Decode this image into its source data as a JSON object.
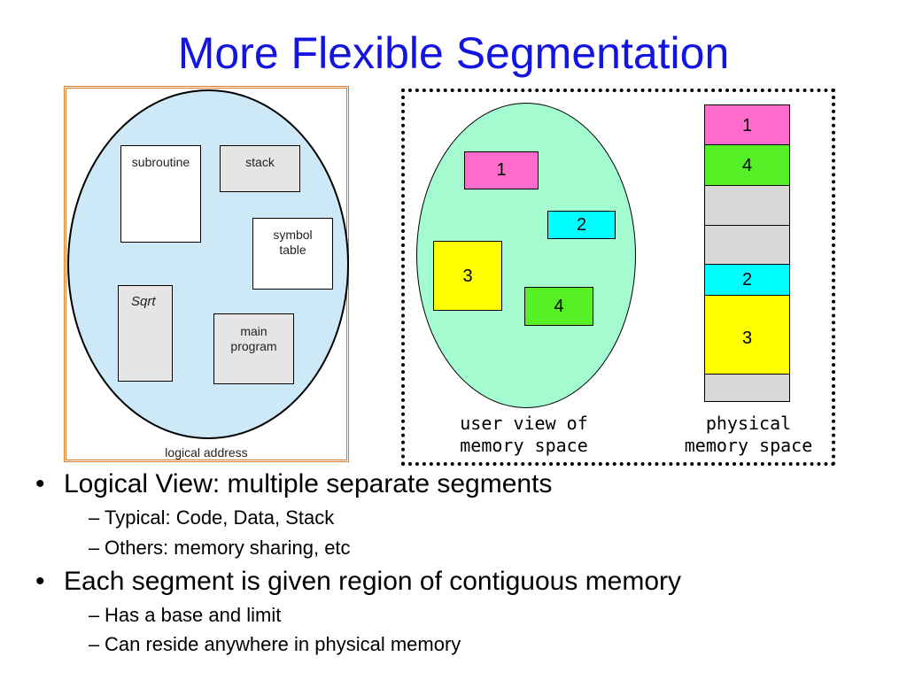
{
  "slide": {
    "title": "More Flexible Segmentation"
  },
  "logical_view": {
    "caption": "logical address",
    "segments": {
      "subroutine": "subroutine",
      "stack": "stack",
      "symbol_table_line1": "symbol",
      "symbol_table_line2": "table",
      "sqrt": "Sqrt",
      "main_program_line1": "main",
      "main_program_line2": "program"
    }
  },
  "user_view": {
    "caption_line1": "user view of",
    "caption_line2": "memory space",
    "segments": [
      {
        "label": "1",
        "color": "#ff6ccb"
      },
      {
        "label": "2",
        "color": "#00ffff"
      },
      {
        "label": "3",
        "color": "#ffff00"
      },
      {
        "label": "4",
        "color": "#55f025"
      }
    ]
  },
  "physical_view": {
    "caption_line1": "physical",
    "caption_line2": "memory space",
    "blocks": [
      {
        "label": "1",
        "color": "#ff6ccb"
      },
      {
        "label": "4",
        "color": "#55f025"
      },
      {
        "label": "",
        "color": "#d8d8d8"
      },
      {
        "label": "",
        "color": "#d8d8d8"
      },
      {
        "label": "2",
        "color": "#00ffff"
      },
      {
        "label": "3",
        "color": "#ffff00"
      },
      {
        "label": "",
        "color": "#d8d8d8"
      }
    ]
  },
  "bullets": [
    {
      "text": "Logical View: multiple separate segments",
      "sub": [
        "Typical: Code, Data, Stack",
        "Others: memory sharing, etc"
      ]
    },
    {
      "text": "Each segment is given region of contiguous memory",
      "sub": [
        "Has a base and limit",
        "Can reside anywhere in physical memory"
      ]
    }
  ],
  "bullet_symbol": "•",
  "sub_bullet_symbol": "–"
}
